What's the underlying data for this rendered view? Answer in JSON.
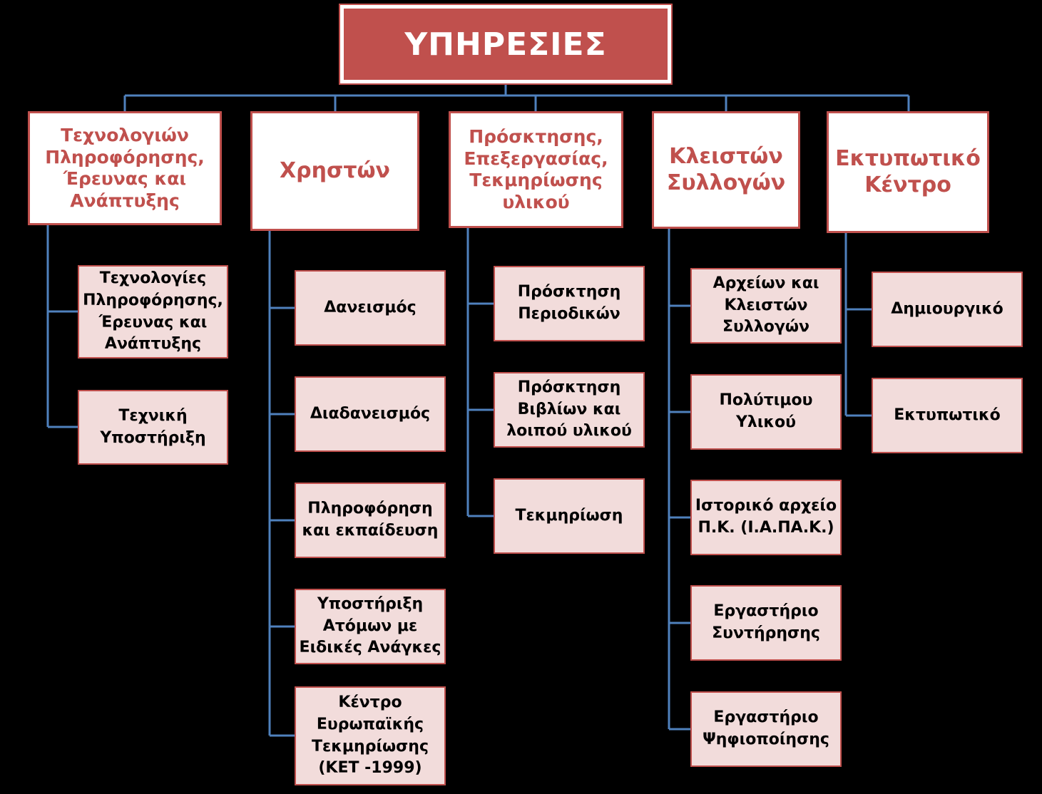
{
  "root": {
    "label": "ΥΠΗΡΕΣΙΕΣ"
  },
  "categories": [
    {
      "label": "Τεχνολογιών\nΠληροφόρησης,\nΈρευνας και\nΑνάπτυξης",
      "children": [
        "Τεχνολογίες\nΠληροφόρησης,\nΈρευνας και\nΑνάπτυξης",
        "Τεχνική\nΥποστήριξη"
      ]
    },
    {
      "label": "Χρηστών",
      "children": [
        "Δανεισμός",
        "Διαδανεισμός",
        "Πληροφόρηση\nκαι εκπαίδευση",
        "Υποστήριξη\nΑτόμων με\nΕιδικές Ανάγκες",
        "Κέντρο\nΕυρωπαϊκής\nΤεκμηρίωσης\n(ΚΕΤ -1999)"
      ]
    },
    {
      "label": "Πρόσκτησης,\nΕπεξεργασίας,\nΤεκμηρίωσης\nυλικού",
      "children": [
        "Πρόσκτηση\nΠεριοδικών",
        "Πρόσκτηση\nΒιβλίων και\nλοιπού υλικού",
        "Τεκμηρίωση"
      ]
    },
    {
      "label": "Κλειστών\nΣυλλογών",
      "children": [
        "Αρχείων και\nΚλειστών\nΣυλλογών",
        "Πολύτιμου\nΥλικού",
        "Ιστορικό αρχείο\nΠ.Κ. (Ι.Α.ΠΑ.Κ.)",
        "Εργαστήριο\nΣυντήρησης",
        "Εργαστήριο\nΨηφιοποίησης"
      ]
    }
  ]
}
